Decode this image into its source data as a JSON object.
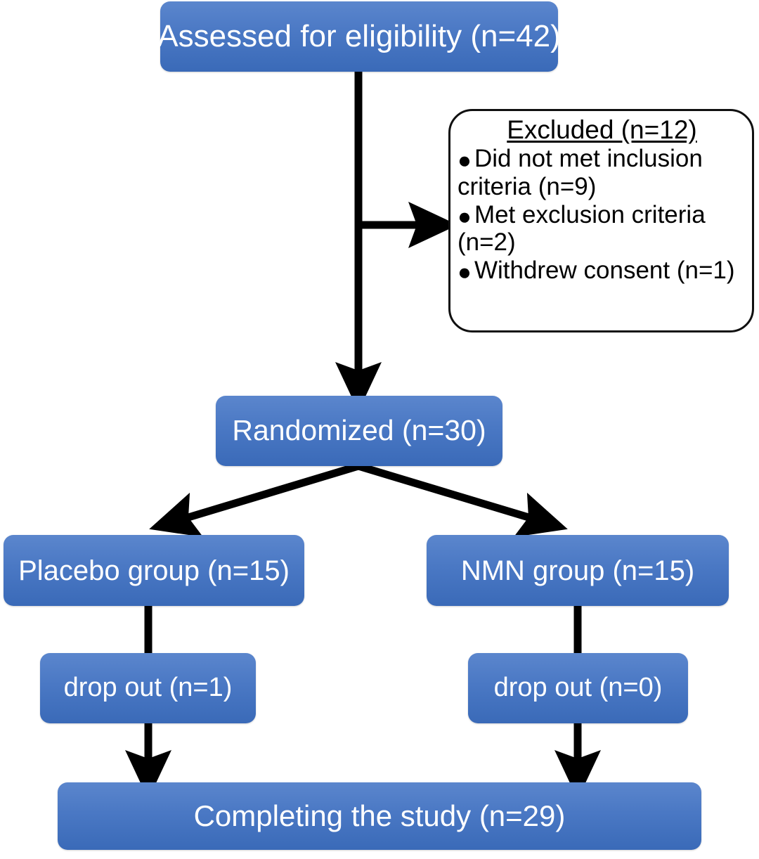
{
  "diagram": {
    "title": "CONSORT participant flow diagram",
    "accent_color": "#4a78c4",
    "line_color": "#000000",
    "background": "#ffffff"
  },
  "nodes": {
    "assessed": {
      "label": "Assessed for eligibility (n=42)",
      "n": 42
    },
    "randomized": {
      "label": "Randomized (n=30)",
      "n": 30
    },
    "placebo_group": {
      "label": "Placebo group (n=15)",
      "n": 15
    },
    "nmn_group": {
      "label": "NMN group (n=15)",
      "n": 15
    },
    "dropout_placebo": {
      "label": "drop out (n=1)",
      "n": 1
    },
    "dropout_nmn": {
      "label": "drop out (n=0)",
      "n": 0
    },
    "completing": {
      "label": "Completing the study (n=29)",
      "n": 29
    }
  },
  "excluded": {
    "title": "Excluded (n=12)",
    "n": 12,
    "bullet_glyph": "●",
    "reasons": [
      {
        "text": "Did not met inclusion criteria (n=9)",
        "n": 9
      },
      {
        "text": "Met exclusion criteria (n=2)",
        "n": 2
      },
      {
        "text": "Withdrew consent (n=1)",
        "n": 1
      }
    ]
  },
  "connectors": [
    {
      "name": "assessed-to-randomized",
      "type": "vertical-arrow"
    },
    {
      "name": "assessed-to-excluded",
      "type": "horizontal-arrow"
    },
    {
      "name": "randomized-to-placebo",
      "type": "diagonal-arrow-left"
    },
    {
      "name": "randomized-to-nmn",
      "type": "diagonal-arrow-right"
    },
    {
      "name": "placebo-to-completing",
      "type": "vertical-arrow"
    },
    {
      "name": "nmn-to-completing",
      "type": "vertical-arrow"
    }
  ]
}
